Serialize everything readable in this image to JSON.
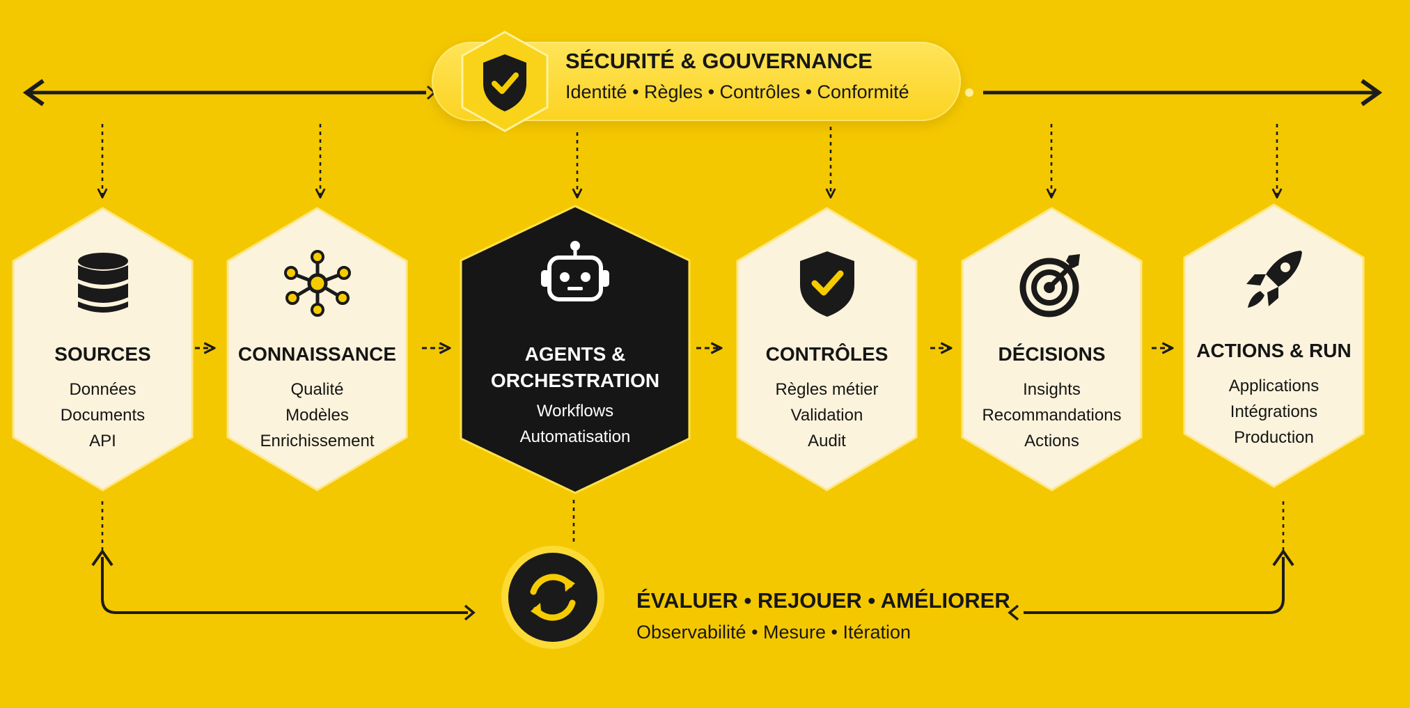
{
  "colors": {
    "background": "#f4c800",
    "node_fill": "#fcf3dc",
    "node_dark_fill": "#161616",
    "ink": "#171717",
    "accent_yellow": "#f6cc00"
  },
  "governance": {
    "icon": "shield-check-icon",
    "title": "SÉCURITÉ & GOUVERNANCE",
    "subtitle": "Identité • Règles • Contrôles • Conformité"
  },
  "pipeline": [
    {
      "id": "sources",
      "icon": "database-icon",
      "title": "SOURCES",
      "lines": [
        "Données",
        "Documents",
        "API"
      ]
    },
    {
      "id": "connaissance",
      "icon": "network-icon",
      "title": "CONNAISSANCE",
      "lines": [
        "Qualité",
        "Modèles",
        "Enrichissement"
      ]
    },
    {
      "id": "agents",
      "icon": "robot-icon",
      "title": "AGENTS & ORCHESTRATION",
      "lines": [
        "Workflows",
        "Automatisation"
      ],
      "highlighted": true
    },
    {
      "id": "controles",
      "icon": "shield-check-icon",
      "title": "CONTRÔLES",
      "lines": [
        "Règles métier",
        "Validation",
        "Audit"
      ]
    },
    {
      "id": "decisions",
      "icon": "target-icon",
      "title": "DÉCISIONS",
      "lines": [
        "Insights",
        "Recommandations",
        "Actions"
      ]
    },
    {
      "id": "actions",
      "icon": "rocket-icon",
      "title": "ACTIONS & RUN",
      "lines": [
        "Applications",
        "Intégrations",
        "Production"
      ]
    }
  ],
  "feedback": {
    "icon": "refresh-icon",
    "title": "ÉVALUER • REJOUER • AMÉLIORER",
    "subtitle": "Observabilité • Mesure • Itération"
  }
}
